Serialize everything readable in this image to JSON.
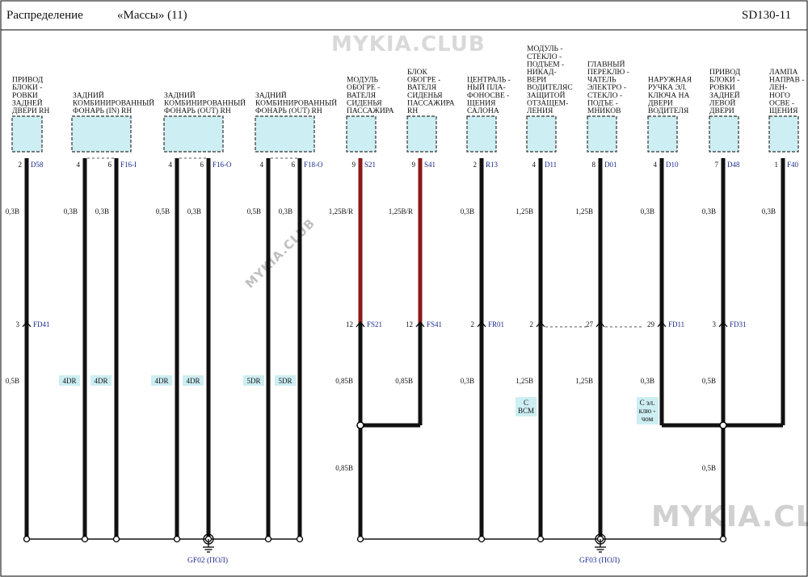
{
  "header": {
    "left_title": "Распределение",
    "subtitle": "«Массы»  (11)",
    "code": "SD130-11"
  },
  "watermark": {
    "text": "MYKIA.CLUB",
    "diagonal": "MYKIA.CLUB"
  },
  "components": [
    {
      "lines": [
        "ПРИВОД",
        "БЛОКИ -",
        "РОВКИ",
        "ЗАДНЕЙ",
        "ДВЕРИ RH"
      ],
      "pins": [
        "2"
      ],
      "id": "D58"
    },
    {
      "lines": [
        "ЗАДНИЙ",
        "КОМБИНИРОВАННЫЙ",
        "ФОНАРЬ (IN) RH"
      ],
      "pins": [
        "4",
        "6"
      ],
      "id": "F16-I"
    },
    {
      "lines": [
        "ЗАДНИЙ",
        "КОМБИНИРОВАННЫЙ",
        "ФОНАРЬ (OUT) RH"
      ],
      "pins": [
        "4",
        "6"
      ],
      "id": "F16-O"
    },
    {
      "lines": [
        "ЗАДНИЙ",
        "КОМБИНИРОВАННЫЙ",
        "ФОНАРЬ (OUT) RH"
      ],
      "pins": [
        "4",
        "6"
      ],
      "id": "F18-O"
    },
    {
      "lines": [
        "МОДУЛЬ",
        "ОБОГРЕ -",
        "ВАТЕЛЯ",
        "СИДЕНЬЯ",
        "ПАССАЖИРА"
      ],
      "pins": [
        "9"
      ],
      "id": "S21"
    },
    {
      "lines": [
        "БЛОК",
        "ОБОГРЕ -",
        "ВАТЕЛЯ",
        "СИДЕНЬЯ",
        "ПАССАЖИРА",
        "RH"
      ],
      "pins": [
        "9"
      ],
      "id": "S41"
    },
    {
      "lines": [
        "ЦЕНТРАЛЬ -",
        "НЫЙ ПЛА-",
        "ФОНОСВЕ -",
        "ЩЕНИЯ",
        "САЛОНА"
      ],
      "pins": [
        "2"
      ],
      "id": "R13"
    },
    {
      "lines": [
        "МОДУЛЬ -",
        "СТЕКЛО -",
        "ПОДЪЕМ -",
        "НИКАД-",
        "ВЕРИ",
        "ВОДИТЕЛЯС",
        "ЗАЩИТОЙ",
        "ОТЗАЩЕМ-",
        "ЛЕНИЯ"
      ],
      "pins": [
        "4"
      ],
      "id": "D11"
    },
    {
      "lines": [
        "ГЛАВНЫЙ",
        "ПЕРЕКЛЮ -",
        "ЧАТЕЛЬ",
        "ЭЛЕКТРО -",
        "СТЕКЛО -",
        "ПОДЪЕ -",
        "МНИКОВ"
      ],
      "pins": [
        "8"
      ],
      "id": "D01"
    },
    {
      "lines": [
        "НАРУЖНАЯ",
        "РУЧКА ЭЛ.",
        "КЛЮЧА НА",
        "ДВЕРИ",
        "ВОДИТЕЛЯ"
      ],
      "pins": [
        "4"
      ],
      "id": "D10"
    },
    {
      "lines": [
        "ПРИВОД",
        "БЛОКИ -",
        "РОВКИ",
        "ЗАДНЕЙ",
        "ЛЕВОЙ",
        "ДВЕРИ"
      ],
      "pins": [
        "7"
      ],
      "id": "D48"
    },
    {
      "lines": [
        "ЛАМПА",
        "НАПРАВ -",
        "ЛЕН-",
        "НОГО",
        "ОСВЕ -",
        "ЩЕНИЯ"
      ],
      "pins": [
        "1"
      ],
      "id": "F40"
    }
  ],
  "wire_sizes": {
    "upper": [
      "0,3B",
      "0,3B",
      "0,3B",
      "0,5B",
      "0,3B",
      "0,5B",
      "0,3B",
      "1,25B/R",
      "1,25B/R",
      "0,3B",
      "1,25B",
      "1,25B",
      "0,3B",
      "0,3B",
      "0,3B"
    ],
    "lower": [
      "0,5B",
      "0,85B",
      "0,85B",
      "0,3B",
      "1,25B",
      "1,25B",
      "0,3B",
      "0,5B"
    ],
    "bottom": [
      "0,85B",
      "0,5B"
    ]
  },
  "connectors": [
    {
      "pin": "3",
      "id": "FD41"
    },
    {
      "pin": "12",
      "id": "FS21"
    },
    {
      "pin": "12",
      "id": "FS41"
    },
    {
      "pin": "2",
      "id": "FR01"
    },
    {
      "pin": "2",
      "id": ""
    },
    {
      "pin": "27",
      "id": ""
    },
    {
      "pin": "29",
      "id": "FD11"
    },
    {
      "pin": "3",
      "id": "FD31"
    }
  ],
  "tags": [
    "4DR",
    "4DR",
    "4DR",
    "4DR",
    "5DR",
    "5DR"
  ],
  "notes": {
    "bcm": [
      "С",
      "ВСМ"
    ],
    "key": [
      "С эл.",
      "клю -",
      "чом"
    ]
  },
  "grounds": [
    "GF02 (ПОЛ)",
    "GF03 (ПОЛ)"
  ],
  "colors": {
    "wire": "#111111",
    "wire_red": "#8b1a1a",
    "connector_fill": "#cdeef2",
    "tag_fill": "#cdeef2",
    "id_text": "#1a2a8c"
  }
}
